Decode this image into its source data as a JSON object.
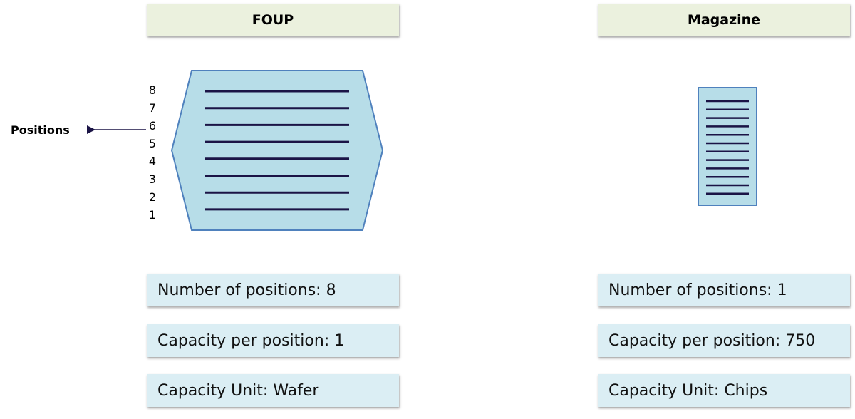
{
  "foup": {
    "title": "FOUP",
    "positions_label": "Positions",
    "slot_numbers": [
      "8",
      "7",
      "6",
      "5",
      "4",
      "3",
      "2",
      "1"
    ],
    "info": {
      "positions": "Number of positions: 8",
      "capacity": "Capacity per position: 1",
      "unit": "Capacity Unit: Wafer"
    }
  },
  "magazine": {
    "title": "Magazine",
    "slot_line_count": 12,
    "info": {
      "positions": "Number of positions: 1",
      "capacity": "Capacity per position: 750",
      "unit": "Capacity Unit: Chips"
    }
  },
  "colors": {
    "header_fill": "#ebf1de",
    "info_fill": "#dbeef4",
    "container_fill": "#b7dde8",
    "container_stroke": "#4f81bd",
    "slot_line": "#1b1446"
  }
}
